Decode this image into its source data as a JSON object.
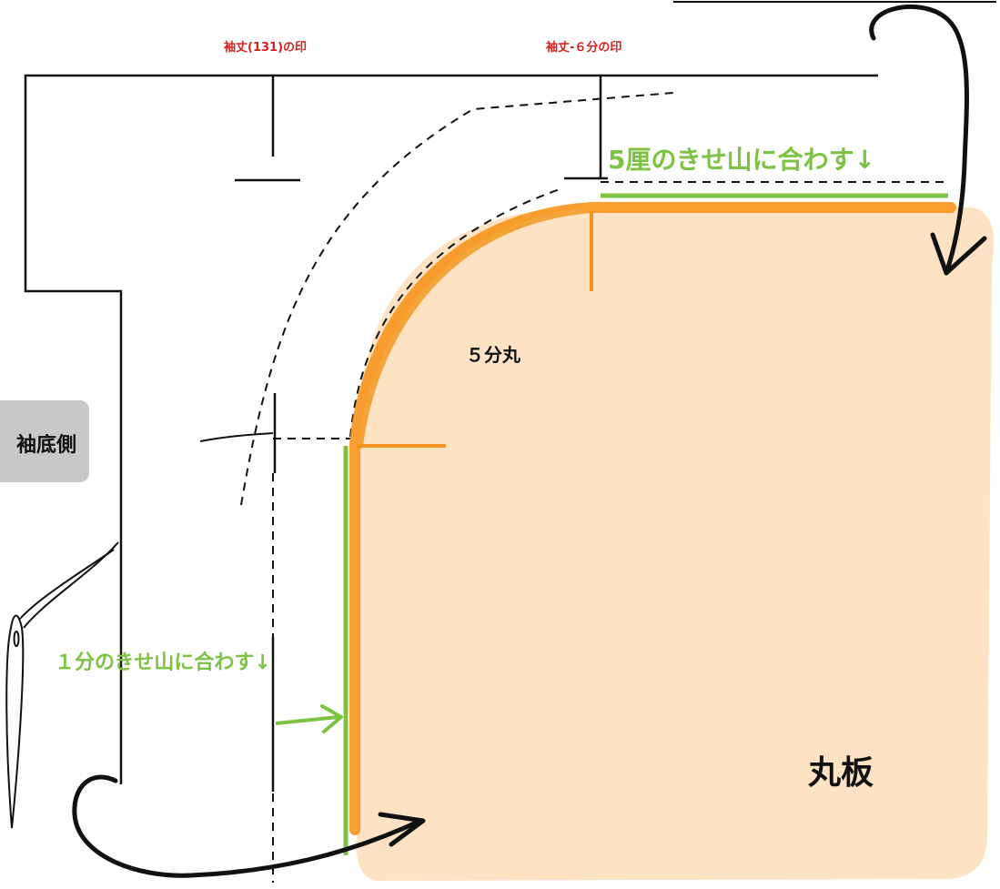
{
  "labels": {
    "sleeve_length_mark": "袖丈(131)の印",
    "sleeve_minus_mark": "袖丈-６分の印",
    "top_fold": "5厘のきせ山に合わす↓",
    "side_fold": "１分のきせ山に合わす↓",
    "round_size": "５分丸",
    "board": "丸板",
    "sleeve_bottom_side": "袖底側"
  },
  "colors": {
    "board_fill": "#fde3c4",
    "orange": "#f7941d",
    "green": "#7cc243",
    "red_text": "#d61f1f",
    "line": "#111111",
    "badge": "#c8c8c8"
  },
  "icons": [
    "needle-icon",
    "curved-arrow-icon"
  ]
}
